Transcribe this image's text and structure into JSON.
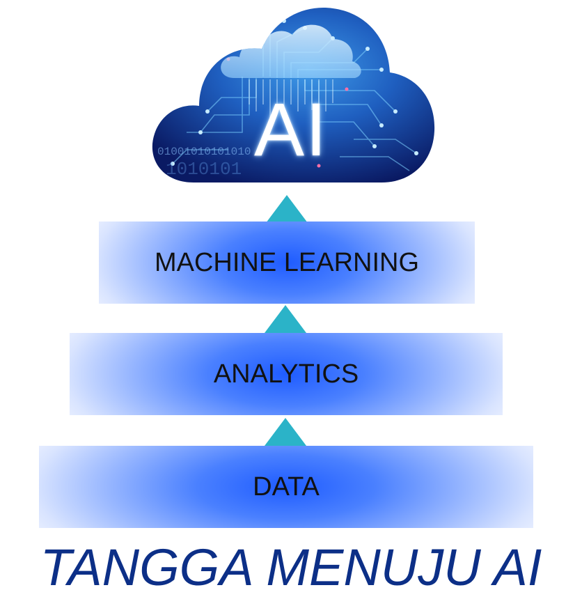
{
  "cloud": {
    "label": "AI",
    "binary_text": "01001010101010",
    "icon": "cloud-icon"
  },
  "levels": [
    {
      "label": "MACHINE LEARNING"
    },
    {
      "label": "ANALYTICS"
    },
    {
      "label": "DATA"
    }
  ],
  "title": "TANGGA MENUJU AI",
  "colors": {
    "band_center": "#1f5cff",
    "band_edge": "#f3f6ff",
    "arrow": "#2bb3c8",
    "title": "#0c2f87",
    "cloud_dark": "#0b1e6b",
    "cloud_light": "#2a7fd6"
  }
}
